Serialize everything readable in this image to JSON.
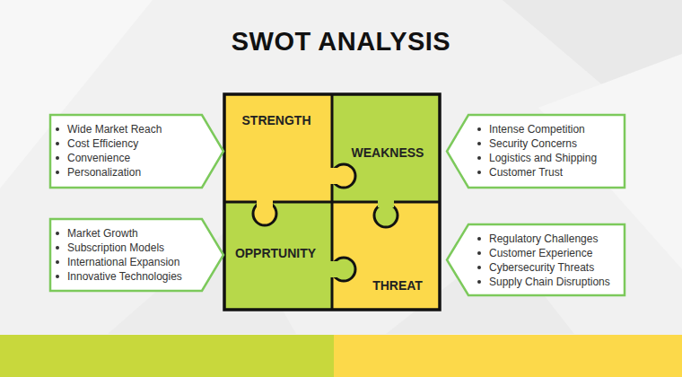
{
  "diagram": {
    "title": "SWOT ANALYSIS",
    "nodes": [
      {
        "text": [
          "Wide Market Reach",
          "Cost Efficiency",
          "Convenience",
          "Personalization"
        ]
      },
      {
        "text": [
          "STRENGTH"
        ]
      },
      {
        "text": [
          "WEAKNESS"
        ]
      },
      {
        "text": [
          "Intense Competition",
          "Security Concerns",
          "Logistics and Shipping",
          "Customer Trust"
        ]
      },
      {
        "text": [
          "Market Growth",
          "Subscription Models",
          "International Expansion",
          "Innovative Technologies"
        ]
      },
      {
        "text": [
          "OPPRTUNITY"
        ]
      },
      {
        "text": [
          "THREAT"
        ]
      },
      {
        "text": [
          "Regulatory Challenges",
          "Customer Experience",
          "Cybersecurity Threats",
          "Supply Chain Disruptions"
        ]
      }
    ]
  }
}
